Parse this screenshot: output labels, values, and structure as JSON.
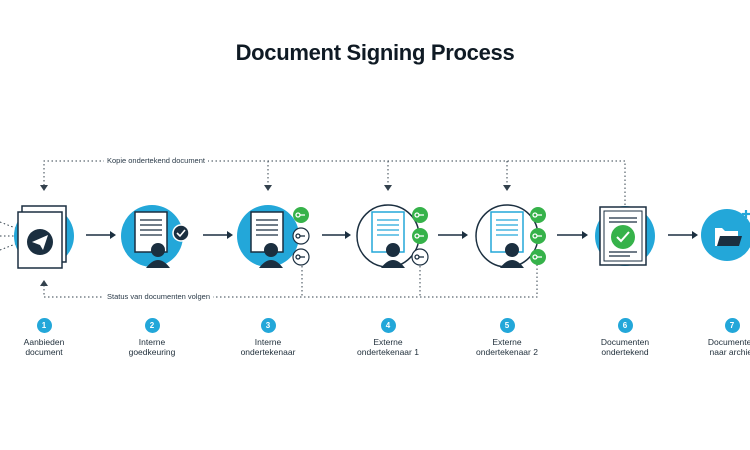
{
  "title": "Document Signing Process",
  "loops": {
    "top": "Kopie ondertekend document",
    "bottom": "Status van documenten volgen"
  },
  "steps": [
    {
      "number": "1",
      "label": "Aanbieden\ndocument"
    },
    {
      "number": "2",
      "label": "Interne\ngoedkeuring"
    },
    {
      "number": "3",
      "label": "Interne\nondertekenaar"
    },
    {
      "number": "4",
      "label": "Externe\nondertekenaar 1"
    },
    {
      "number": "5",
      "label": "Externe\nondertekenaar 2"
    },
    {
      "number": "6",
      "label": "Documenten\nondertekend"
    },
    {
      "number": "7",
      "label": "Documenten\nnaar archief"
    }
  ],
  "colors": {
    "accent": "#23a7d9",
    "dark": "#1b2f40",
    "green": "#36b24a"
  }
}
